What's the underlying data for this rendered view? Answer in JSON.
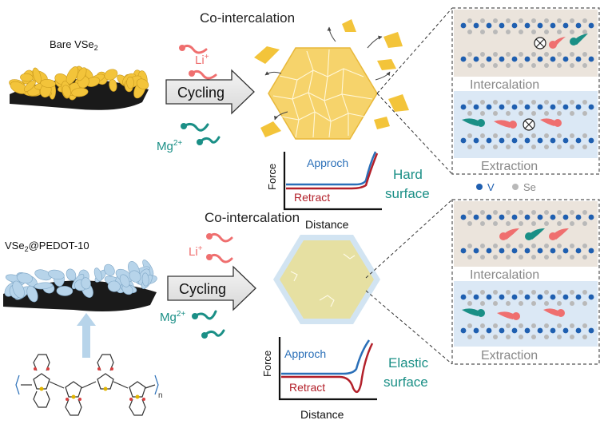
{
  "top": {
    "material": "Bare VSe",
    "material_sub": "2",
    "process_title": "Co-intercalation",
    "li_ion": "Li",
    "li_charge": "+",
    "mg_ion": "Mg",
    "mg_charge": "2+",
    "arrow_label": "Cycling",
    "force_axis": "Force",
    "distance_axis": "Distance",
    "approach_label": "Approch",
    "retract_label": "Retract",
    "surface_line1": "Hard",
    "surface_line2": "surface",
    "panel_upper": "Intercalation",
    "panel_lower": "Extraction"
  },
  "legend": {
    "v": "V",
    "se": "Se"
  },
  "bottom": {
    "material_prefix": "VSe",
    "material_sub": "2",
    "material_suffix": "@PEDOT-10",
    "process_title": "Co-intercalation",
    "li_ion": "Li",
    "li_charge": "+",
    "mg_ion": "Mg",
    "mg_charge": "2+",
    "arrow_label": "Cycling",
    "force_axis": "Force",
    "distance_axis": "Distance",
    "approach_label": "Approch",
    "retract_label": "Retract",
    "surface_line1": "Elastic",
    "surface_line2": "surface",
    "panel_upper": "Intercalation",
    "panel_lower": "Extraction",
    "polymer_n": "n"
  },
  "colors": {
    "li": "#ef6f6f",
    "mg": "#1a8f86",
    "vanadium": "#1f5fb0",
    "selenium": "#b9b9b9",
    "approach": "#2a6fb8",
    "retract": "#b3202a",
    "panel_beige": "#ebe4dc",
    "panel_blue": "#dbe8f5",
    "vse2_yellow": "#f3c43a",
    "pedot_blue": "#b7d4ea",
    "accent_teal": "#1a8f86"
  }
}
